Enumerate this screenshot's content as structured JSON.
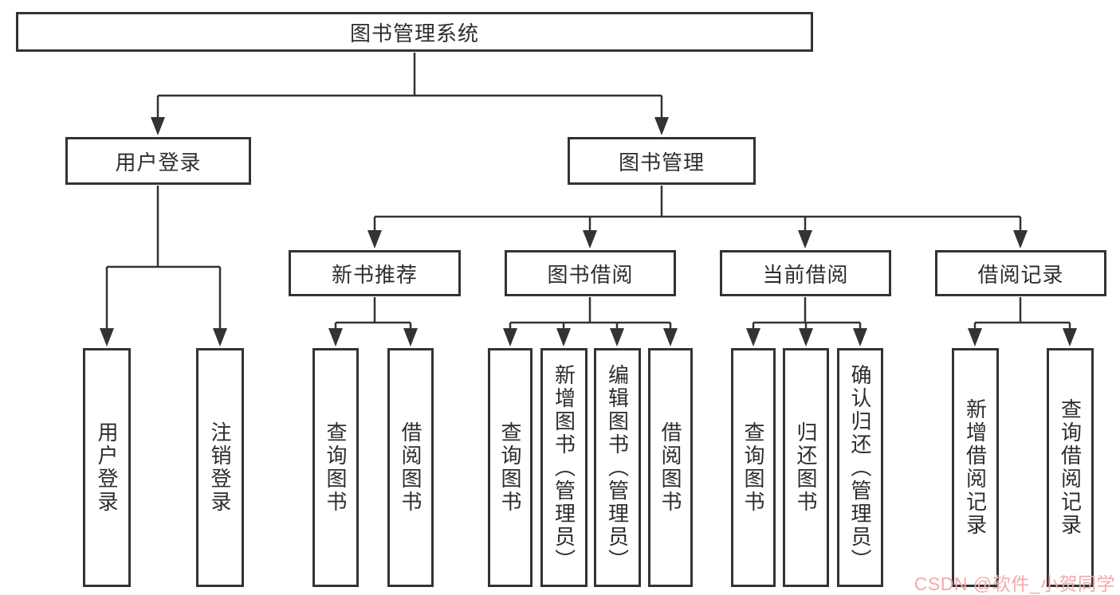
{
  "diagram_type": "hierarchy-tree",
  "tree": {
    "label": "图书管理系统",
    "children": [
      {
        "label": "用户登录",
        "children": [
          {
            "label": "用户登录"
          },
          {
            "label": "注销登录"
          }
        ]
      },
      {
        "label": "图书管理",
        "children": [
          {
            "label": "新书推荐",
            "children": [
              {
                "label": "查询图书"
              },
              {
                "label": "借阅图书"
              }
            ]
          },
          {
            "label": "图书借阅",
            "children": [
              {
                "label": "查询图书"
              },
              {
                "label": "新增图书（管理员）"
              },
              {
                "label": "编辑图书（管理员）"
              },
              {
                "label": "借阅图书"
              }
            ]
          },
          {
            "label": "当前借阅",
            "children": [
              {
                "label": "查询图书"
              },
              {
                "label": "归还图书"
              },
              {
                "label": "确认归还（管理员）"
              }
            ]
          },
          {
            "label": "借阅记录",
            "children": [
              {
                "label": "新增借阅记录"
              },
              {
                "label": "查询借阅记录"
              }
            ]
          }
        ]
      }
    ]
  },
  "watermark": {
    "text": "CSDN @软件_小贺同学",
    "color": "#f2abab"
  },
  "colors": {
    "line": "#333333",
    "box_border": "#333333",
    "box_background": "#ffffff",
    "page_background": "#ffffff",
    "text": "#2d2d2d"
  }
}
